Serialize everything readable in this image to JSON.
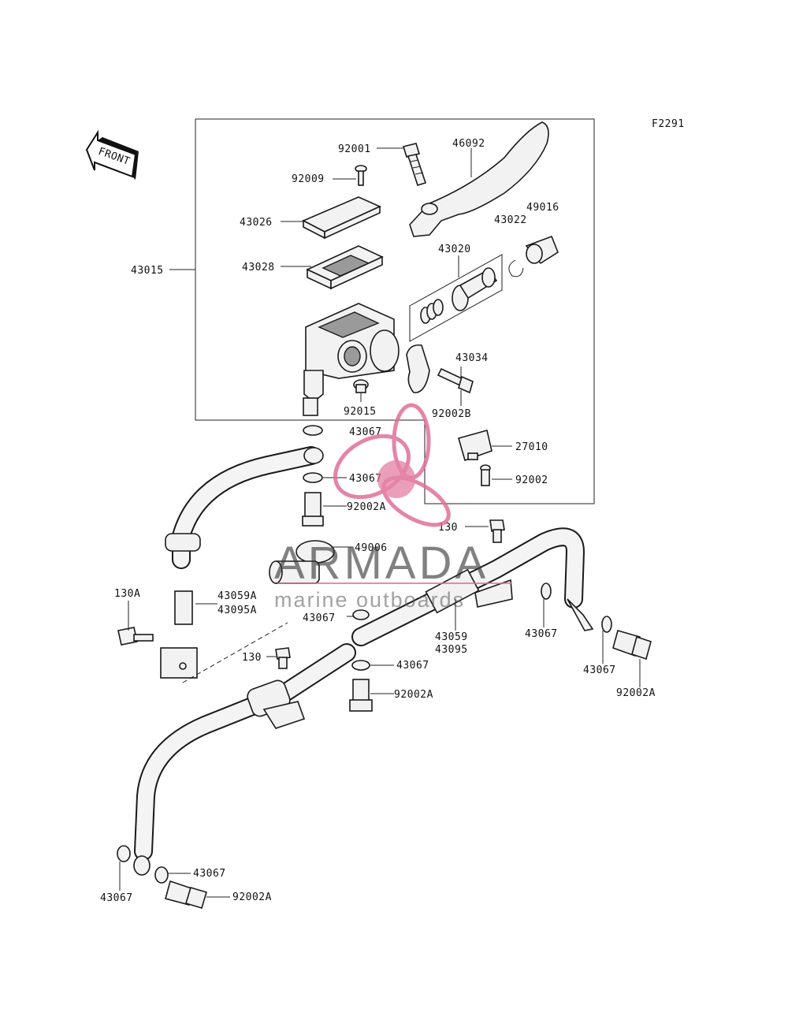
{
  "diagram_code": "F2291",
  "front_label": "FRONT",
  "watermark": {
    "brand": "ARMADA",
    "tagline": "marine outboards",
    "logo_color": "#e0709a"
  },
  "labels": {
    "p92001": "92001",
    "p46092": "46092",
    "p92009": "92009",
    "p49016": "49016",
    "p43022": "43022",
    "p43026": "43026",
    "p43028": "43028",
    "p43020": "43020",
    "p43015": "43015",
    "p43034": "43034",
    "p92015": "92015",
    "p92002B": "92002B",
    "p43067_a": "43067",
    "p27010": "27010",
    "p43067_b": "43067",
    "p92002": "92002",
    "p92002A_a": "92002A",
    "p130_a": "130",
    "p49006": "49006",
    "p130A": "130A",
    "p43059A": "43059A",
    "p43095A": "43095A",
    "p43067_c": "43067",
    "p43059": "43059",
    "p43095": "43095",
    "p43067_d": "43067",
    "p130_b": "130",
    "p43067_e": "43067",
    "p43067_f": "43067",
    "p92002A_b": "92002A",
    "p92002A_c": "92002A",
    "p43067_g": "43067",
    "p43067_h": "43067",
    "p92002A_d": "92002A"
  }
}
